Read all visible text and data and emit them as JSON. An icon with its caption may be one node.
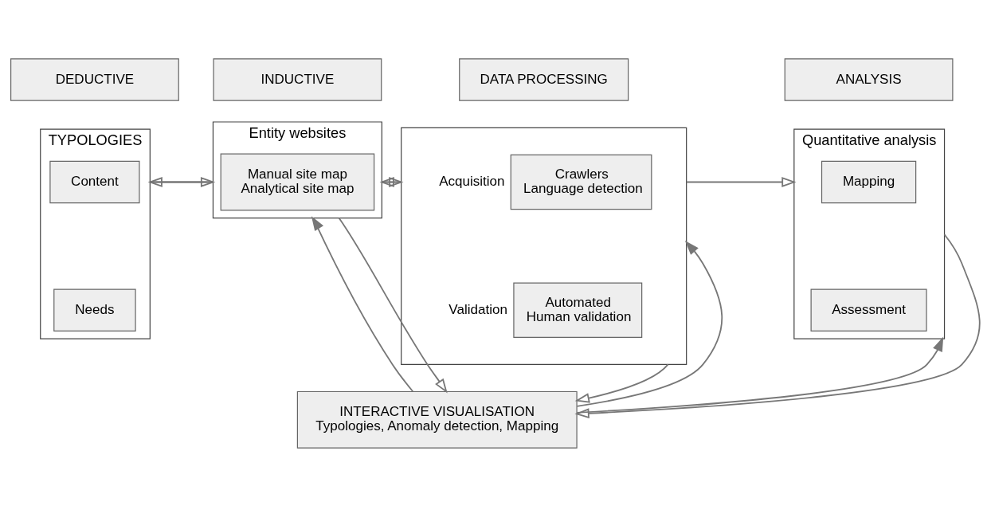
{
  "diagram": {
    "nodes": [
      {
        "text": [
          "DEDUCTIVE"
        ]
      },
      {
        "text": [
          "INDUCTIVE"
        ]
      },
      {
        "text": [
          "DATA PROCESSING"
        ]
      },
      {
        "text": [
          "ANALYSIS"
        ]
      },
      {
        "text": [
          "TYPOLOGIES"
        ]
      },
      {
        "text": [
          "Content"
        ],
        "in": 4
      },
      {
        "text": [
          "Needs"
        ],
        "in": 4
      },
      {
        "text": [
          "Entity websites"
        ]
      },
      {
        "text": [
          "Manual site map",
          "Analytical site map"
        ],
        "in": 7
      },
      {
        "text": [],
        "shape": "box"
      },
      {
        "text": [
          "Crawlers",
          "Language detection"
        ],
        "in": 9,
        "beside": [
          "Acquisition"
        ]
      },
      {
        "text": [
          "Automated",
          "Human validation"
        ],
        "in": 9,
        "beside": [
          "Validation"
        ]
      },
      {
        "text": [
          "Quantitative analysis"
        ]
      },
      {
        "text": [
          "Mapping"
        ],
        "in": 12
      },
      {
        "text": [
          "Assessment"
        ],
        "in": 12
      },
      {
        "text": [
          "INTERACTIVE VISUALISATION",
          "Typologies, Anomaly detection, Mapping"
        ]
      }
    ],
    "edges": [
      {
        "from": 4,
        "to": 7,
        "arrow": "to"
      },
      {
        "from": 7,
        "to": 4,
        "arrow": "to"
      },
      {
        "from": 7,
        "to": 9,
        "arrow": "to"
      },
      {
        "from": 9,
        "to": 7,
        "arrow": "to"
      },
      {
        "from": 9,
        "to": 12,
        "arrow": "to"
      },
      {
        "from": 15,
        "to": 7,
        "arrow": "to"
      },
      {
        "from": 7,
        "to": 15,
        "arrow": "to"
      },
      {
        "from": 9,
        "to": 15,
        "arrow": "to"
      },
      {
        "from": 15,
        "to": 9,
        "arrow": "to"
      },
      {
        "from": 15,
        "to": 12,
        "arrow": "to"
      },
      {
        "from": 12,
        "to": 15,
        "arrow": "to"
      }
    ]
  }
}
